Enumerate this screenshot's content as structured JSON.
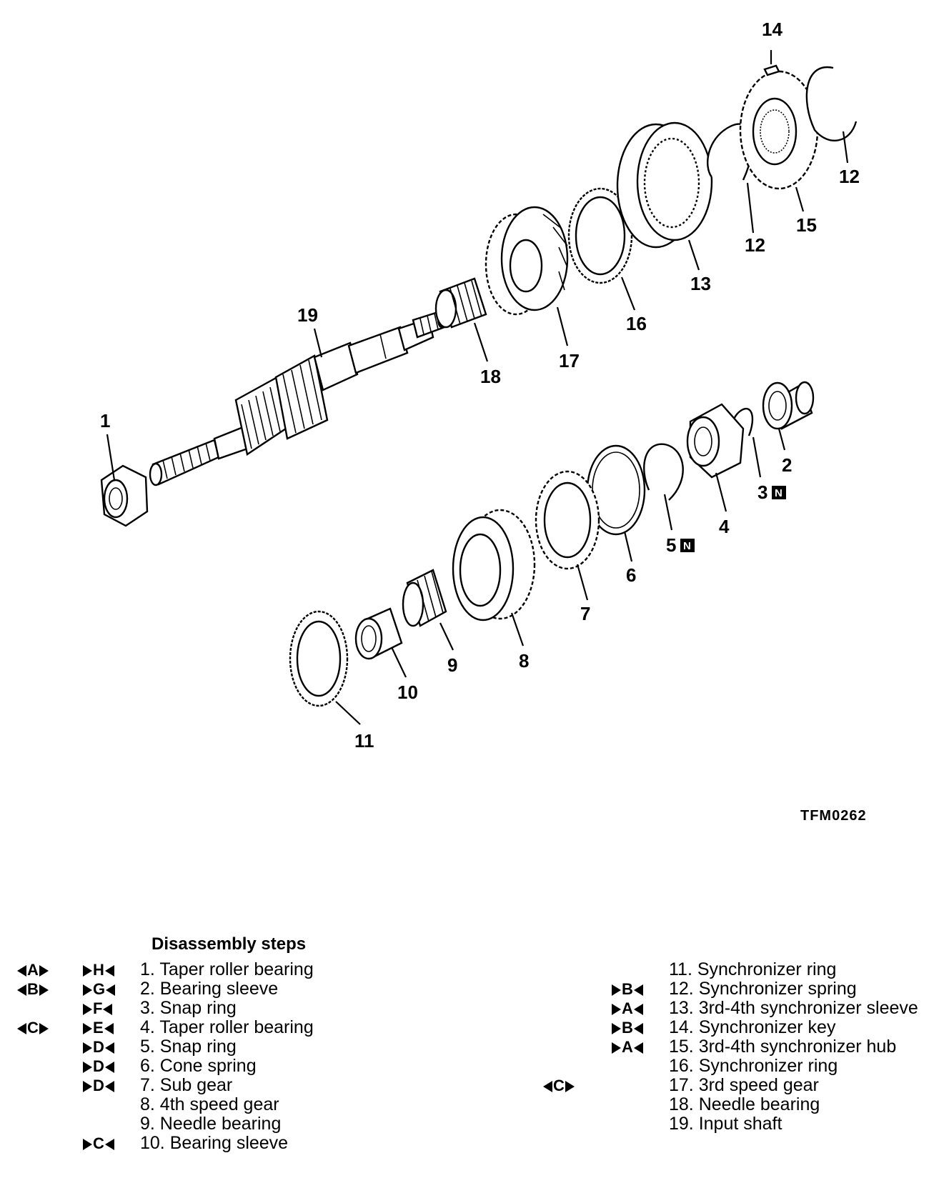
{
  "figure_id": "TFM0262",
  "callouts": [
    {
      "n": "1"
    },
    {
      "n": "2"
    },
    {
      "n": "3",
      "badge": "N"
    },
    {
      "n": "4"
    },
    {
      "n": "5",
      "badge": "N"
    },
    {
      "n": "6"
    },
    {
      "n": "7"
    },
    {
      "n": "8"
    },
    {
      "n": "9"
    },
    {
      "n": "10"
    },
    {
      "n": "11"
    },
    {
      "n": "12"
    },
    {
      "n": "12"
    },
    {
      "n": "13"
    },
    {
      "n": "14"
    },
    {
      "n": "15"
    },
    {
      "n": "16"
    },
    {
      "n": "17"
    },
    {
      "n": "18"
    },
    {
      "n": "19"
    }
  ],
  "legend": {
    "title": "Disassembly steps",
    "left_steps": [
      {
        "text": "1. Taper roller bearing",
        "mark_out": "A",
        "mark_in": "H"
      },
      {
        "text": "2. Bearing sleeve",
        "mark_out": "B",
        "mark_in": "G"
      },
      {
        "text": "3. Snap ring",
        "mark_out": "",
        "mark_in": "F"
      },
      {
        "text": "4. Taper roller bearing",
        "mark_out": "C",
        "mark_in": "E"
      },
      {
        "text": "5. Snap ring",
        "mark_out": "",
        "mark_in": "D"
      },
      {
        "text": "6. Cone spring",
        "mark_out": "",
        "mark_in": "D"
      },
      {
        "text": "7. Sub gear",
        "mark_out": "",
        "mark_in": "D"
      },
      {
        "text": "8. 4th speed gear",
        "mark_out": "",
        "mark_in": ""
      },
      {
        "text": "9. Needle bearing",
        "mark_out": "",
        "mark_in": ""
      },
      {
        "text": "10. Bearing sleeve",
        "mark_out": "",
        "mark_in": "C"
      }
    ],
    "right_steps": [
      {
        "text": "11. Synchronizer ring",
        "mark_out": "",
        "mark_in": ""
      },
      {
        "text": "12. Synchronizer spring",
        "mark_out": "",
        "mark_in": "B"
      },
      {
        "text": "13. 3rd-4th synchronizer sleeve",
        "mark_out": "",
        "mark_in": "A"
      },
      {
        "text": "14. Synchronizer key",
        "mark_out": "",
        "mark_in": "B"
      },
      {
        "text": "15. 3rd-4th synchronizer hub",
        "mark_out": "",
        "mark_in": "A"
      },
      {
        "text": "16. Synchronizer ring",
        "mark_out": "",
        "mark_in": ""
      },
      {
        "text": "17. 3rd speed gear",
        "mark_out": "C",
        "mark_in": ""
      },
      {
        "text": "18. Needle bearing",
        "mark_out": "",
        "mark_in": ""
      },
      {
        "text": "19. Input shaft",
        "mark_out": "",
        "mark_in": ""
      }
    ]
  }
}
